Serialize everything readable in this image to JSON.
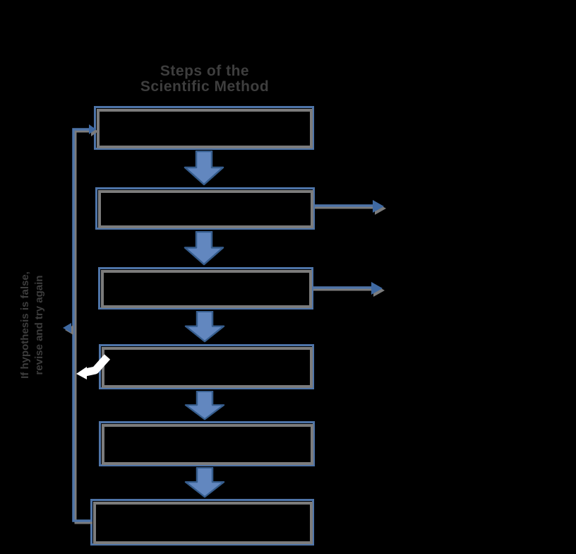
{
  "title": {
    "line1": "Steps of the",
    "line2": "Scientific Method"
  },
  "flow": {
    "boxes": [
      {
        "label": ""
      },
      {
        "label": ""
      },
      {
        "label": ""
      },
      {
        "label": ""
      },
      {
        "label": ""
      },
      {
        "label": ""
      }
    ]
  },
  "side_arrows": [
    {
      "from_box": 2,
      "label": ""
    },
    {
      "from_box": 3,
      "label": ""
    }
  ],
  "loop_label": {
    "line1": "If hypothesis is false,",
    "line2": "revise and try again"
  },
  "colors": {
    "background": "#000000",
    "box_border_blue": "#4e74a8",
    "shadow_gray": "#7c7c7c",
    "block_arrow_fill": "#6287bf",
    "block_arrow_stroke": "#365d8d",
    "connector_blue": "#4e74a8",
    "arrowhead_blue": "#3f69a2",
    "title_text": "#3e3e3e",
    "annotation_arrow_white": "#ffffff"
  }
}
